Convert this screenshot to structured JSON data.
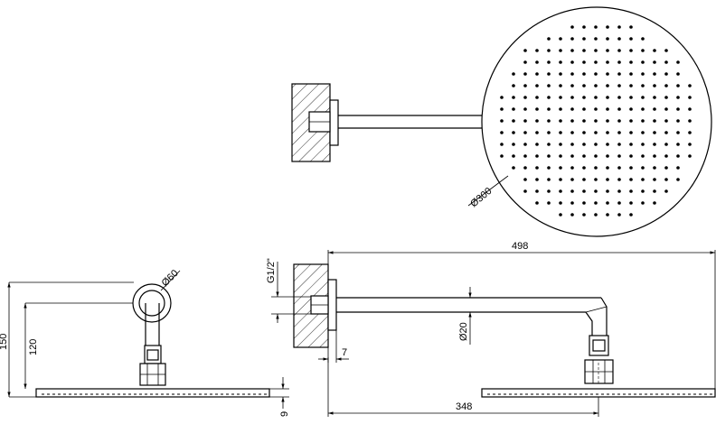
{
  "dimensions": {
    "head_diameter": "Ø300",
    "arm_length": "498",
    "projection": "348",
    "thread": "G1/2\"",
    "arm_tube": "Ø20",
    "wall_offset": "7",
    "rosette_diameter": "Ø60",
    "total_drop": "150",
    "arm_drop": "120",
    "head_thickness": "9"
  },
  "colors": {
    "line": "#000000",
    "background": "#ffffff"
  }
}
